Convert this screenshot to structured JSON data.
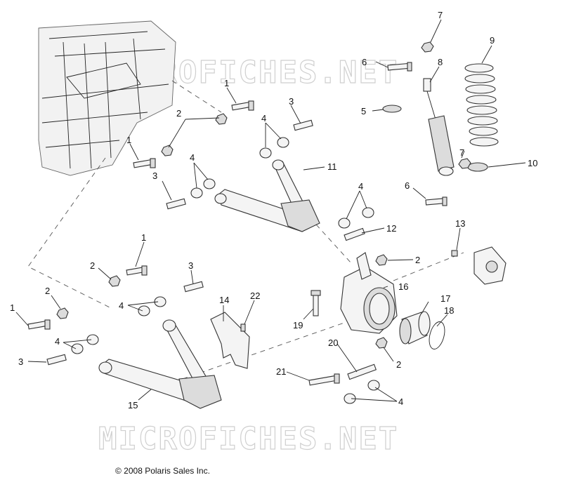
{
  "watermark": "MICROFICHES.NET",
  "copyright": "© 2008 Polaris Sales Inc.",
  "callouts": [
    "1",
    "2",
    "3",
    "4",
    "5",
    "6",
    "7",
    "8",
    "9",
    "10",
    "11",
    "12",
    "13",
    "14",
    "15",
    "16",
    "17",
    "18",
    "19",
    "20",
    "21",
    "22"
  ]
}
